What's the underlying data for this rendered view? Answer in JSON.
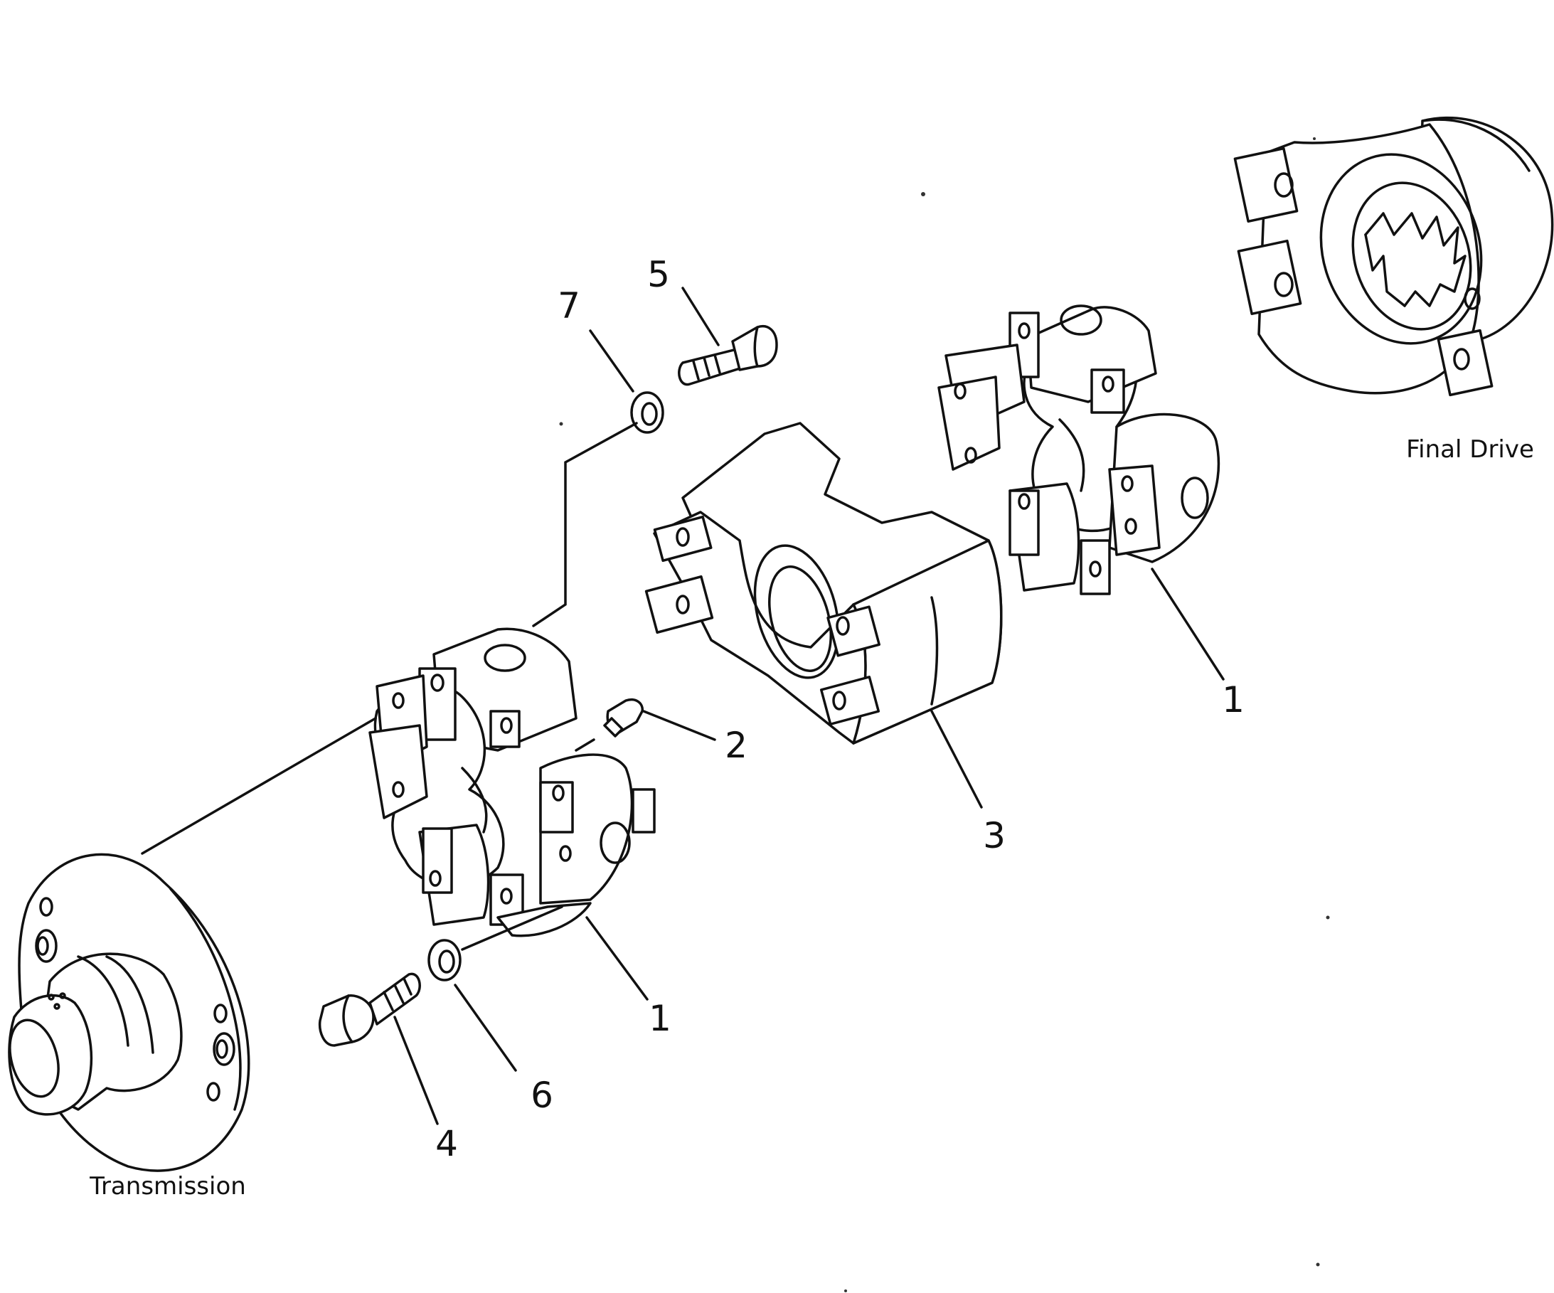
{
  "diagram": {
    "labels": {
      "final_drive": "Final Drive",
      "transmission": "Transmission"
    },
    "callouts": [
      {
        "id": "c1a",
        "text": "1"
      },
      {
        "id": "c1b",
        "text": "1"
      },
      {
        "id": "c2",
        "text": "2"
      },
      {
        "id": "c3",
        "text": "3"
      },
      {
        "id": "c4",
        "text": "4"
      },
      {
        "id": "c5",
        "text": "5"
      },
      {
        "id": "c6",
        "text": "6"
      },
      {
        "id": "c7",
        "text": "7"
      }
    ]
  }
}
